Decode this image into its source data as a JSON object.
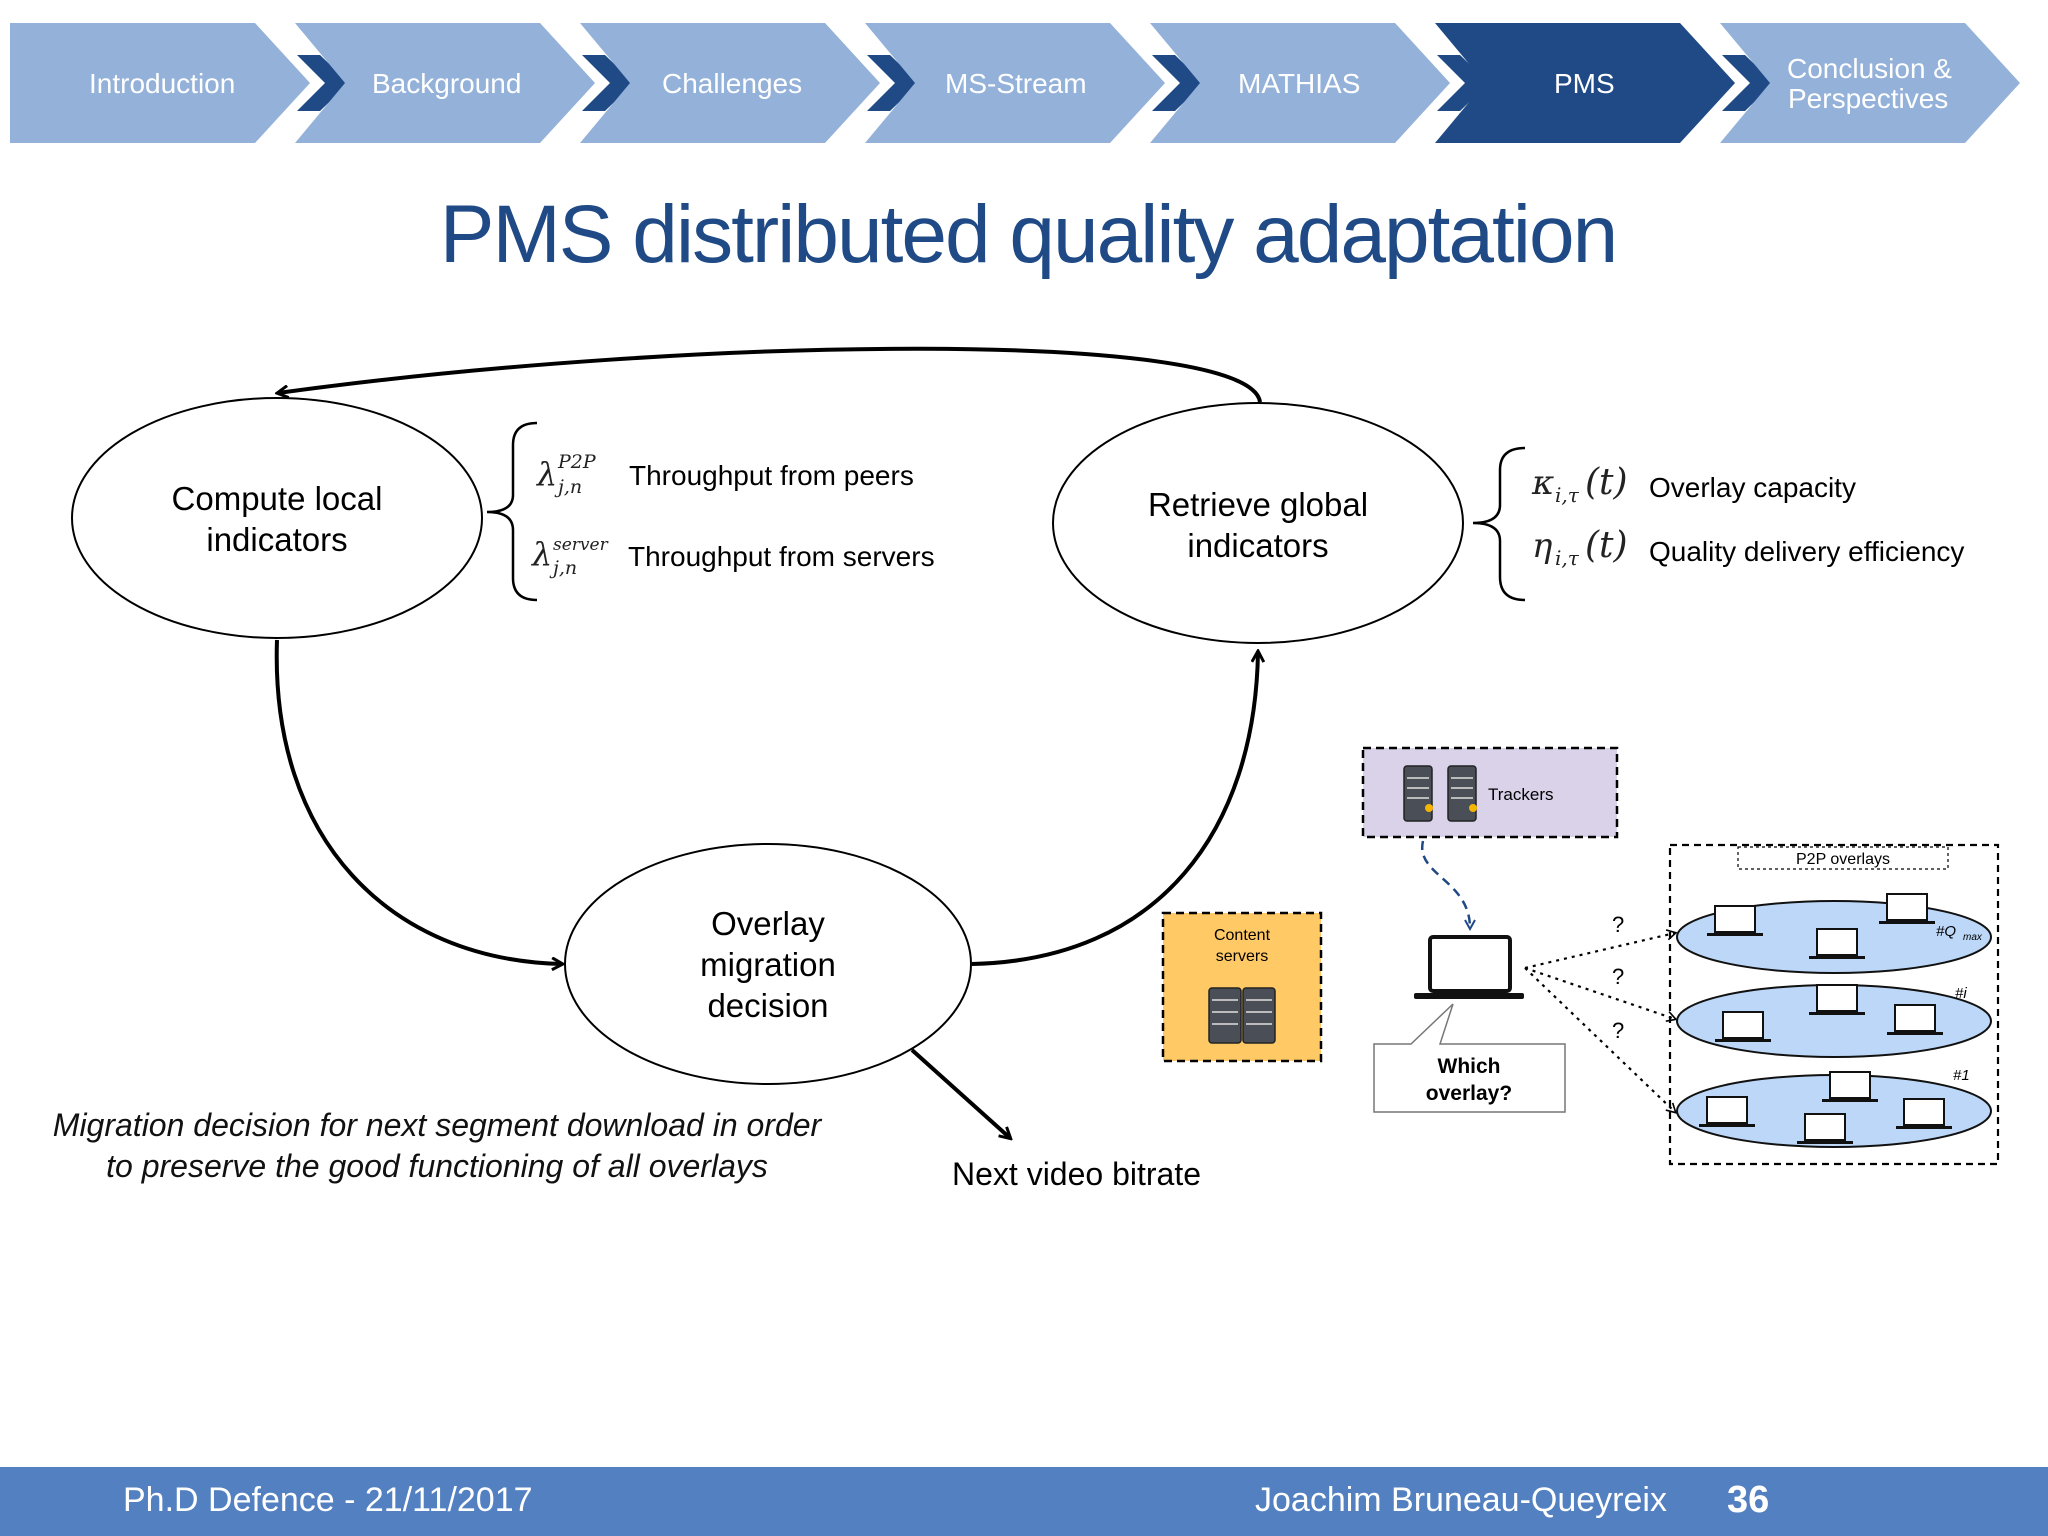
{
  "nav": {
    "items": [
      {
        "label": "Introduction"
      },
      {
        "label": "Background"
      },
      {
        "label": "Challenges"
      },
      {
        "label": "MS-Stream"
      },
      {
        "label": "MATHIAS"
      },
      {
        "label": "PMS"
      },
      {
        "label_line1": "Conclusion &",
        "label_line2": "Perspectives"
      }
    ],
    "active_index": 5,
    "colors": {
      "inactive": "#93b1d9",
      "active": "#1f4a86",
      "separator": "#1f4a86"
    }
  },
  "title": "PMS distributed quality adaptation",
  "nodes": {
    "compute": {
      "line1": "Compute local",
      "line2": "indicators"
    },
    "retrieve": {
      "line1": "Retrieve global",
      "line2": "indicators"
    },
    "overlay": {
      "line1": "Overlay",
      "line2": "migration",
      "line3": "decision"
    }
  },
  "local_indicators": [
    {
      "symbol": "λ",
      "sup": "P2P",
      "sub": "j,n",
      "text": "Throughput from peers"
    },
    {
      "symbol": "λ",
      "sup": "server",
      "sub": "j,n",
      "text": "Throughput from servers"
    }
  ],
  "global_indicators": [
    {
      "symbol": "κ",
      "sub": "i,τ",
      "arg": "(t)",
      "text": "Overlay capacity"
    },
    {
      "symbol": "η",
      "sub": "i,τ",
      "arg": "(t)",
      "text": "Quality delivery efficiency"
    }
  ],
  "caption": {
    "line1": "Migration decision for next segment download in order",
    "line2": "to preserve the good functioning of all overlays"
  },
  "next_bitrate": "Next video bitrate",
  "mini": {
    "trackers": "Trackers",
    "content_line1": "Content",
    "content_line2": "servers",
    "which_line1": "Which",
    "which_line2": "overlay?",
    "p2p_overlays": "P2P overlays",
    "q1": "?",
    "q2": "?",
    "q3": "?",
    "overlay_top": "#Q",
    "overlay_top_sub": "max",
    "overlay_mid": "#i",
    "overlay_bottom": "#1",
    "colors": {
      "trackers_bg": "#d9d2e9",
      "content_bg": "#ffc966",
      "overlay_fill": "#bcd7f7",
      "arrow": "#1f4a86"
    }
  },
  "footer": {
    "left": "Ph.D Defence - 21/11/2017",
    "author": "Joachim Bruneau-Queyreix",
    "page": "36"
  }
}
